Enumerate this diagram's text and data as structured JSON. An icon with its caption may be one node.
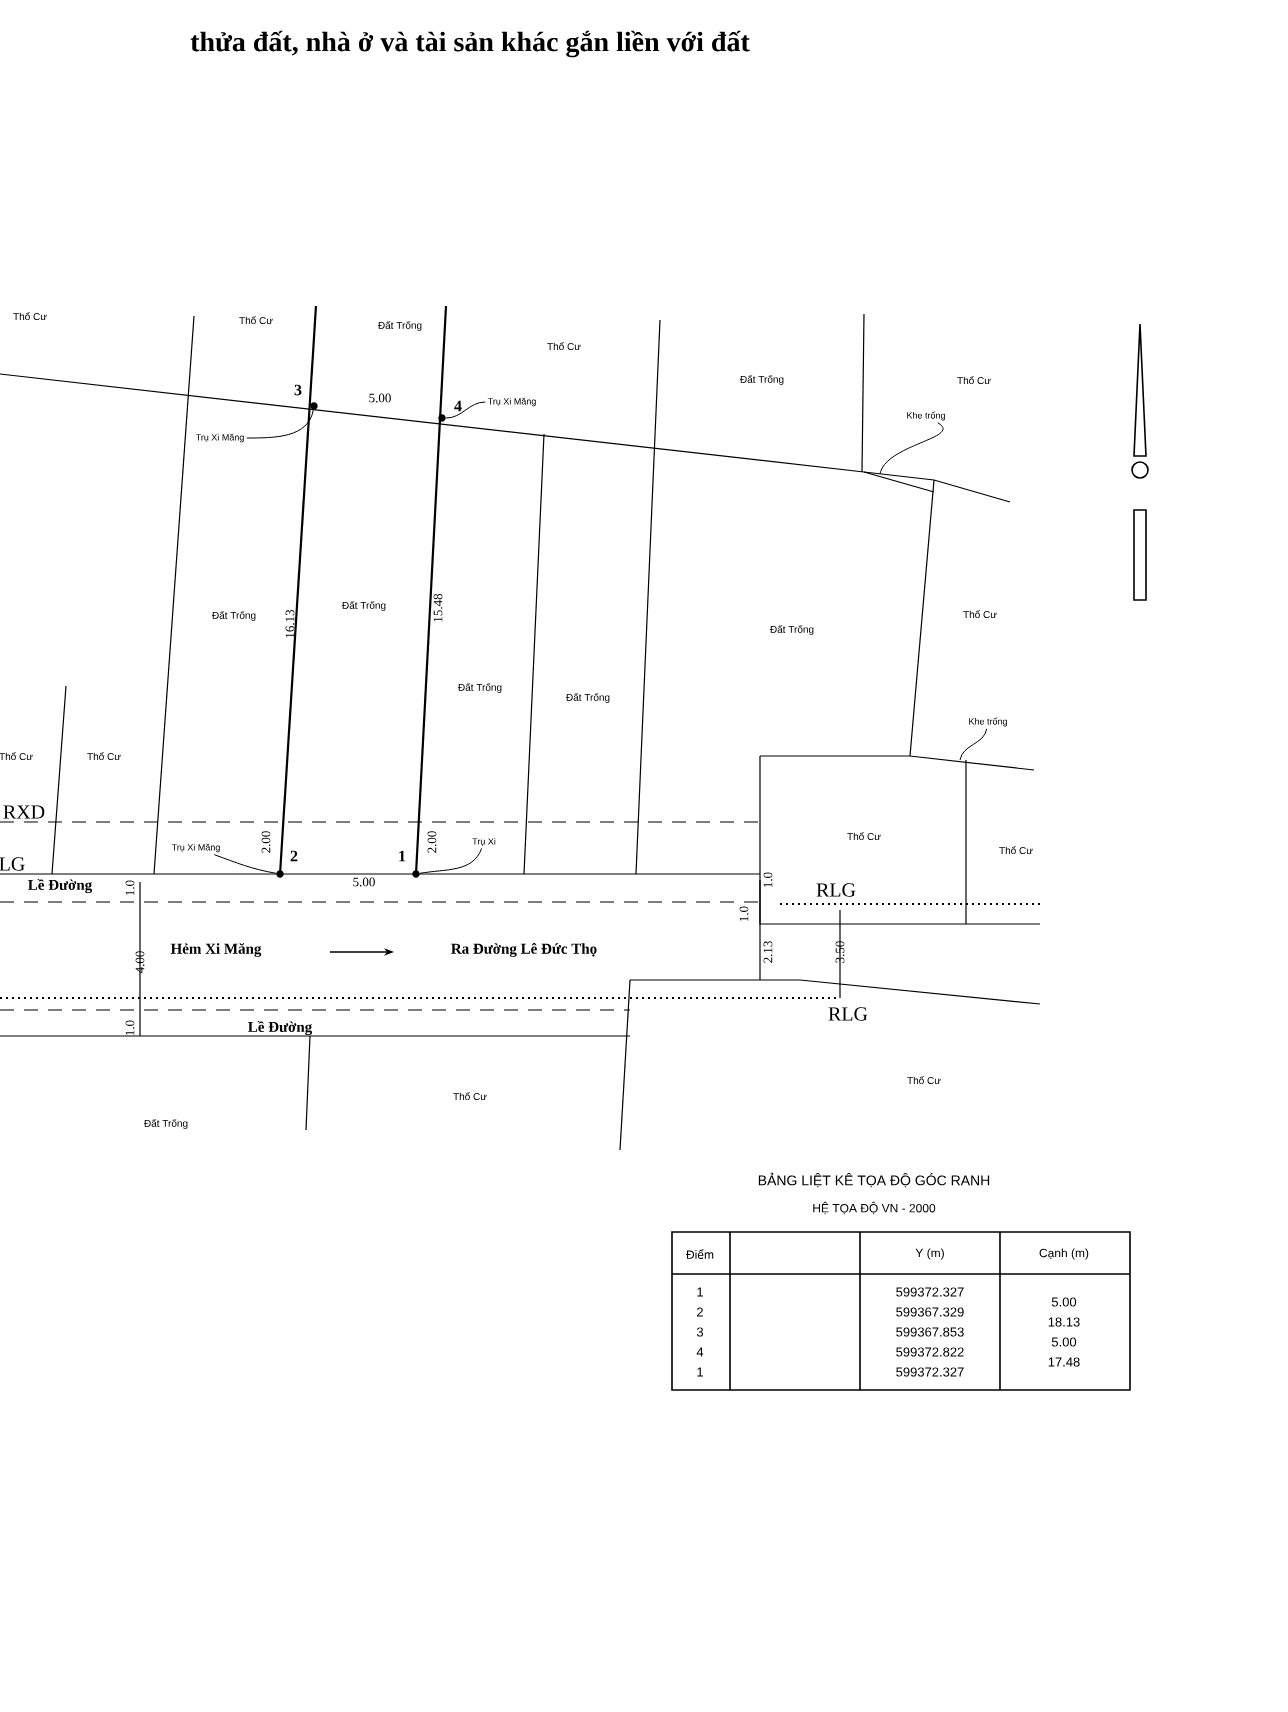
{
  "diagram": {
    "title": "thửa đất, nhà ở và tài sản khác gắn liền với đất",
    "nodes": [
      {
        "text": [
          "Trụ Xi Măng"
        ]
      },
      {
        "text": [
          "Trụ Xi Măng"
        ]
      },
      {
        "text": [],
        "shape": "circle",
        "beside": [
          "3"
        ]
      },
      {
        "text": [],
        "shape": "circle",
        "beside": [
          "4"
        ]
      },
      {
        "text": [
          "Khe trống"
        ]
      },
      {
        "text": [
          "Khe trống"
        ]
      },
      {
        "text": [
          "Trụ Xi Măng"
        ]
      },
      {
        "text": [],
        "shape": "circle",
        "beside": [
          "2"
        ]
      },
      {
        "text": [],
        "shape": "circle",
        "beside": [
          "1"
        ]
      },
      {
        "text": [
          "Trụ Xi"
        ]
      }
    ],
    "edges": [
      {
        "from": 0,
        "to": 2,
        "arrow": "none"
      },
      {
        "from": 1,
        "to": 3,
        "arrow": "none"
      },
      {
        "from": 4,
        "to": null,
        "arrow": "none"
      },
      {
        "from": 5,
        "to": null,
        "arrow": "none"
      },
      {
        "from": 6,
        "to": 7,
        "arrow": "none"
      },
      {
        "from": 9,
        "to": 8,
        "arrow": "none"
      }
    ],
    "labels": [
      "Thổ Cư",
      "Thổ Cư",
      "Đất Trống",
      "Thổ Cư",
      "Đất Trống",
      "Thổ Cư",
      "5.00",
      "Đất Trống",
      "Đất Trống",
      "16.13",
      "15.48",
      "Thổ Cư",
      "Đất Trống",
      "Đất Trống",
      "Đất Trống",
      "Thổ Cư",
      "Thổ Cư",
      "RXD",
      "2.00",
      "2.00",
      "Thổ Cư",
      "Thổ Cư",
      "LG",
      "Lề Đường",
      "5.00",
      "1.0",
      "1.0",
      "RLG",
      "1.0",
      "Hẻm Xi Măng",
      "Ra Đường Lê Đức Thọ",
      "4.00",
      "2.13",
      "3.50",
      "RLG",
      "1.0",
      "Lề Đường",
      "Thổ Cư",
      "Thổ Cư",
      "Đất Trống",
      "BẢNG LIỆT KÊ TỌA ĐỘ GÓC RANH",
      "HỆ TỌA ĐỘ VN - 2000",
      "Điểm",
      "Y (m)",
      "Cạnh (m)",
      "1",
      "599372.327",
      "5.00",
      "2",
      "599367.329",
      "18.13",
      "3",
      "599367.853",
      "5.00",
      "4",
      "599372.822",
      "17.48",
      "1",
      "599372.327"
    ]
  }
}
